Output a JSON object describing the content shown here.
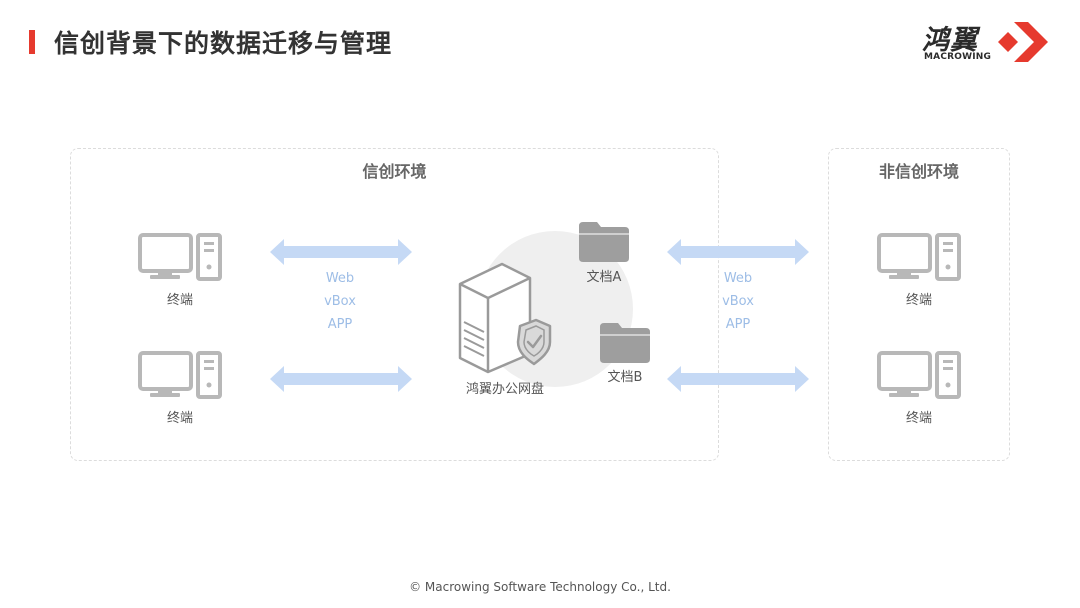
{
  "page": {
    "title": "信创背景下的数据迁移与管理",
    "accent_color": "#e63a2e",
    "footer": "© Macrowing Software Technology Co., Ltd."
  },
  "logo": {
    "chinese": "鸿翼",
    "english": "MACROWING"
  },
  "zones": {
    "xinchuang": {
      "title": "信创环境"
    },
    "non_xinchuang": {
      "title": "非信创环境"
    }
  },
  "terminals": {
    "label": "终端",
    "icon": "desktop-computer-icon"
  },
  "protocols": {
    "left": [
      "Web",
      "vBox",
      "APP"
    ],
    "right": [
      "Web",
      "vBox",
      "APP"
    ]
  },
  "server": {
    "label": "鸿翼办公网盘",
    "icon": "server-shield-icon"
  },
  "documents": [
    {
      "label": "文档A",
      "icon": "folder-icon"
    },
    {
      "label": "文档B",
      "icon": "folder-icon"
    }
  ],
  "colors": {
    "arrow": "#c5d9f5",
    "icon_gray": "#b8b8b8",
    "folder_gray": "#9e9e9e"
  }
}
